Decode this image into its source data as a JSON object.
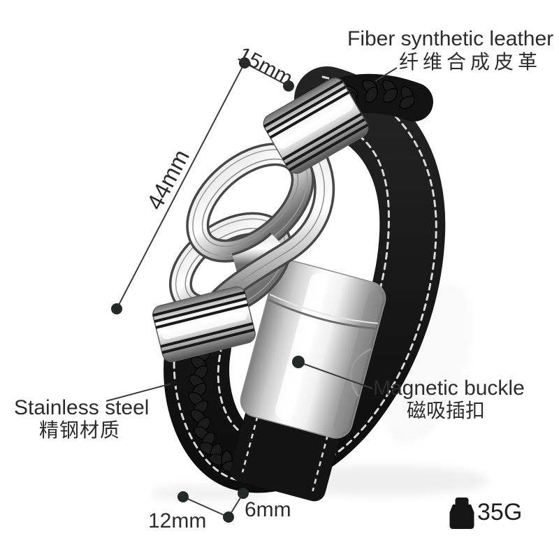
{
  "image": {
    "kind": "product-dimension-annotation",
    "background": "#ffffff"
  },
  "product": {
    "subject": "braided-leather-bracelet-with-steel-knot"
  },
  "labels": {
    "top_width": "15mm",
    "knot_length": "44mm",
    "leather_en": "Fiber synthetic leather",
    "leather_zh": "纤维合成皮革",
    "steel_en": "Stainless steel",
    "steel_zh": "精钢材质",
    "buckle_en": "Magnetic buckle",
    "buckle_zh": "磁吸插扣",
    "band_width": "12mm",
    "band_thickness": "6mm",
    "weight": "35G"
  },
  "icons": {
    "weight": "weight-icon"
  },
  "colors": {
    "text": "#2c2c2c",
    "annotation_line": "#3a3a3a",
    "marker_dot": "#222a28",
    "leather": "#141414",
    "stitch": "#e3e3e3",
    "steel_light": "#ffffff",
    "steel_mid": "#c9c9c9",
    "steel_dark": "#5a5a5a"
  }
}
